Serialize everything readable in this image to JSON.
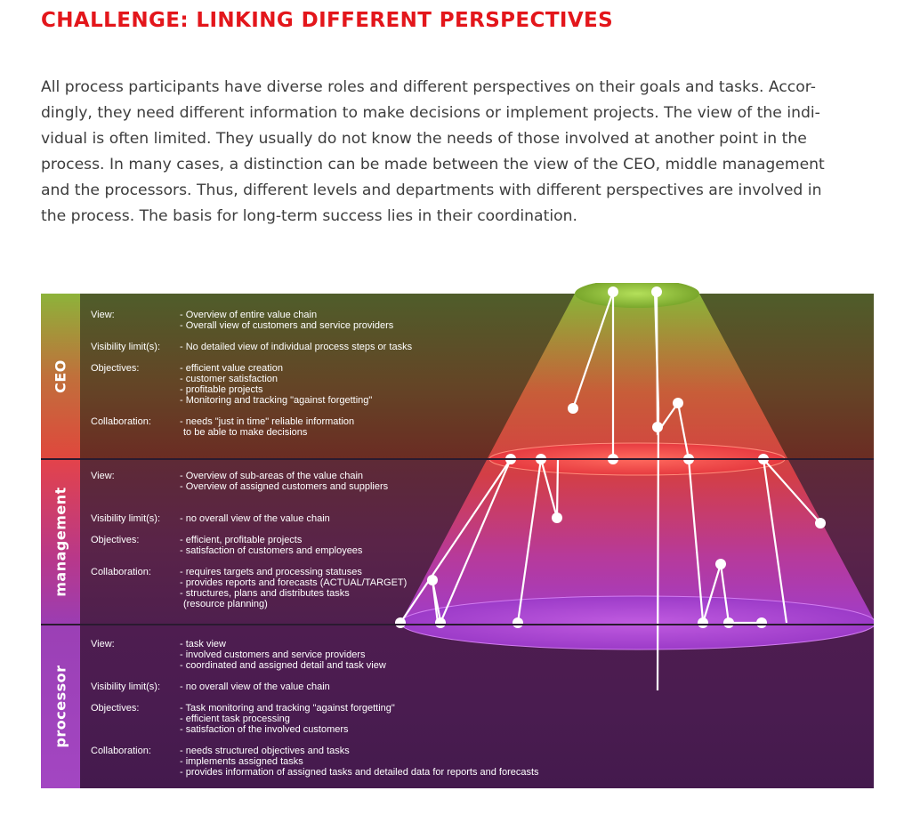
{
  "heading": "CHALLENGE: LINKING DIFFERENT PERSPECTIVES",
  "intro_lines": [
    "All process participants have diverse roles and different perspectives on their goals and tasks. Accor-",
    "dingly, they need different information to make decisions or implement projects. The view of the indi-",
    "vidual is often limited. They usually do not know the needs of those involved at another point in the",
    "process. In many cases, a distinction can be made between the view of the CEO, middle management",
    "and the processors. Thus, different levels and departments with different perspectives are involved in",
    "the process. The basis for long-term success lies in their coordination."
  ],
  "levels": [
    {
      "name": "CEO",
      "rows": [
        {
          "label": "View:",
          "lines": [
            "- Overview of entire value chain",
            "- Overall view of customers and service providers"
          ]
        },
        {
          "label": "Visibility limit(s):",
          "lines": [
            "- No detailed view of individual process steps or tasks"
          ]
        },
        {
          "label": "Objectives:",
          "lines": [
            "- efficient value creation",
            "- customer satisfaction",
            "- profitable projects",
            "- Monitoring and tracking \"against forgetting\""
          ]
        },
        {
          "label": "Collaboration:",
          "lines": [
            "- needs \"just in time\" reliable information",
            "  to be able to make decisions"
          ]
        }
      ]
    },
    {
      "name": "management",
      "rows": [
        {
          "label": "View:",
          "lines": [
            "- Overview of sub-areas of the value chain",
            "- Overview of assigned customers and suppliers"
          ]
        },
        {
          "label": "Visibility limit(s):",
          "lines": [
            "- no overall view of the value chain"
          ]
        },
        {
          "label": "Objectives:",
          "lines": [
            "- efficient, profitable projects",
            "- satisfaction of customers and employees"
          ]
        },
        {
          "label": "Collaboration:",
          "lines": [
            "- requires targets and processing statuses",
            "- provides reports and forecasts (ACTUAL/TARGET)",
            "- structures, plans and distributes tasks",
            "  (resource planning)"
          ]
        }
      ]
    },
    {
      "name": "processor",
      "rows": [
        {
          "label": "View:",
          "lines": [
            "- task view",
            "- involved customers and service providers",
            "- coordinated and assigned detail and task view"
          ]
        },
        {
          "label": "Visibility limit(s):",
          "lines": [
            "- no overall view of the value chain"
          ]
        },
        {
          "label": "Objectives:",
          "lines": [
            "- Task monitoring and tracking \"against forgetting\"",
            "- efficient task processing",
            "- satisfaction of the involved customers"
          ]
        },
        {
          "label": "Collaboration:",
          "lines": [
            "- needs structured objectives and tasks",
            "- implements assigned tasks",
            "- provides information of assigned tasks and detailed data for reports and forecasts"
          ]
        }
      ]
    }
  ],
  "colors": {
    "heading": "#e3161b",
    "text": "#3d3d3d",
    "ceo": "#8db33a",
    "management": "#e3434a",
    "processor": "#a346c2"
  }
}
